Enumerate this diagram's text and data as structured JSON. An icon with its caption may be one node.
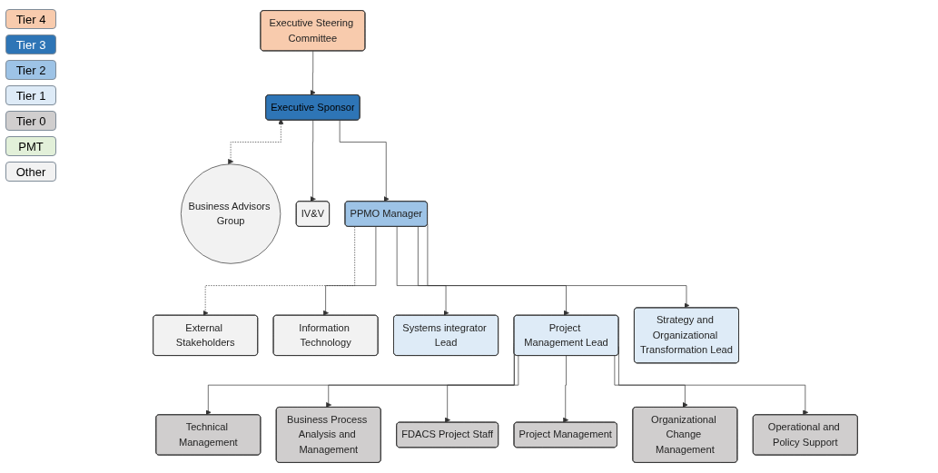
{
  "diagram": {
    "nodes": [
      {
        "text": [
          "Executive Steering Committee"
        ]
      },
      {
        "text": [
          "Business Advisors Group"
        ]
      },
      {
        "text": [
          "Executive Sponsor"
        ]
      },
      {
        "text": [
          "IV&V"
        ]
      },
      {
        "text": [
          "External Stakeholders"
        ]
      },
      {
        "text": [
          "PPMO Manager"
        ]
      },
      {
        "text": [
          "Information Technology"
        ]
      },
      {
        "text": [
          "Systems integrator Lead"
        ]
      },
      {
        "text": [
          "Project Management Lead"
        ]
      },
      {
        "text": [
          "Strategy and Organizational Transformation Lead"
        ]
      },
      {
        "text": [
          "Technical Management"
        ]
      },
      {
        "text": [
          "Business Process Analysis and Management"
        ]
      },
      {
        "text": [
          "FDACS Project Staff"
        ]
      },
      {
        "text": [
          "Project Management"
        ]
      },
      {
        "text": [
          "Organizational Change Management"
        ]
      },
      {
        "text": [
          "Operational and Policy Support"
        ]
      }
    ],
    "edges": [
      {
        "from": 0,
        "to": 2,
        "arrow": "to"
      },
      {
        "from": 2,
        "to": 1,
        "arrow": "both",
        "style": "dashed"
      },
      {
        "from": 2,
        "to": 3,
        "arrow": "to"
      },
      {
        "from": 2,
        "to": 5,
        "arrow": "to"
      },
      {
        "from": 5,
        "to": 4,
        "arrow": "to",
        "style": "dashed"
      },
      {
        "from": 5,
        "to": 6,
        "arrow": "to"
      },
      {
        "from": 5,
        "to": 7,
        "arrow": "to"
      },
      {
        "from": 5,
        "to": 8,
        "arrow": "to"
      },
      {
        "from": 5,
        "to": 9,
        "arrow": "to"
      },
      {
        "from": 8,
        "to": 10,
        "arrow": "to"
      },
      {
        "from": 8,
        "to": 11,
        "arrow": "to"
      },
      {
        "from": 8,
        "to": 12,
        "arrow": "to"
      },
      {
        "from": 8,
        "to": 13,
        "arrow": "to"
      },
      {
        "from": 8,
        "to": 14,
        "arrow": "to"
      },
      {
        "from": 8,
        "to": 15,
        "arrow": "to"
      }
    ],
    "legend": [
      {
        "text": "Tier 4",
        "color": "#f8cbad"
      },
      {
        "text": "Tier 3",
        "color": "#2e75b6"
      },
      {
        "text": "Tier 2",
        "color": "#9dc3e6"
      },
      {
        "text": "Tier 1",
        "color": "#deebf7"
      },
      {
        "text": "Tier 0",
        "color": "#d0cece"
      },
      {
        "text": "PMT",
        "color": "#e2f0d9"
      },
      {
        "text": "Other",
        "color": "#f2f2f2"
      }
    ]
  }
}
